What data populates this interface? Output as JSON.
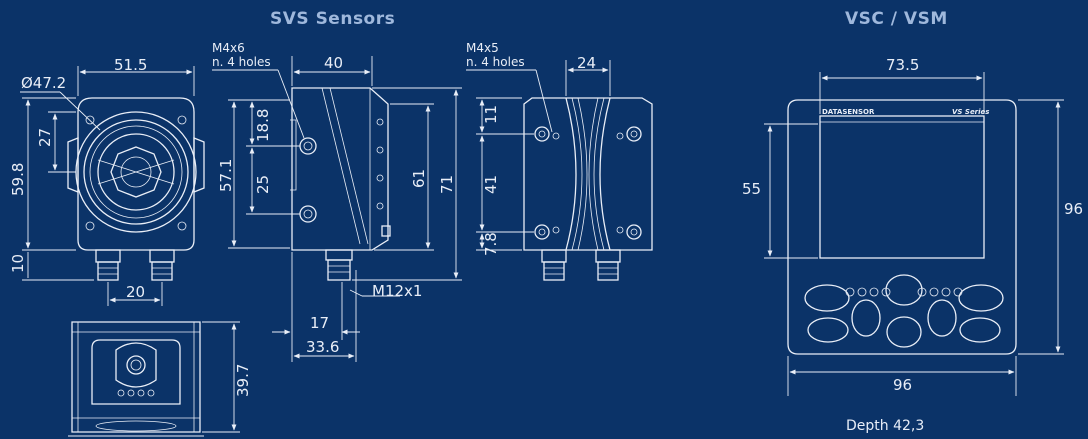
{
  "titles": {
    "svs": "SVS Sensors",
    "vsc": "VSC / VSM"
  },
  "front_view": {
    "diameter": "Ø47.2",
    "width": "51.5",
    "upper": "27",
    "height": "59.8",
    "connector_h": "10",
    "connector_pitch": "20"
  },
  "side_view": {
    "note_line1": "M4x6",
    "note_line2": "n. 4 holes",
    "width": "40",
    "hole_top": "18.8",
    "hole_pitch": "25",
    "height_57": "57.1",
    "height_61": "61",
    "height_71": "71",
    "thread": "M12x1",
    "offset_17": "17",
    "offset_33": "33.6"
  },
  "back_view": {
    "note_line1": "M4x5",
    "note_line2": "n. 4 holes",
    "width": "24",
    "top": "11",
    "pitch": "41",
    "bottom": "7.8"
  },
  "bottom_view": {
    "height": "39.7"
  },
  "monitor": {
    "width_top": "73.5",
    "screen_h": "55",
    "height": "96",
    "width_bottom": "96",
    "brand": "DATASENSOR",
    "series": "VS Series",
    "depth": "Depth 42,3"
  }
}
